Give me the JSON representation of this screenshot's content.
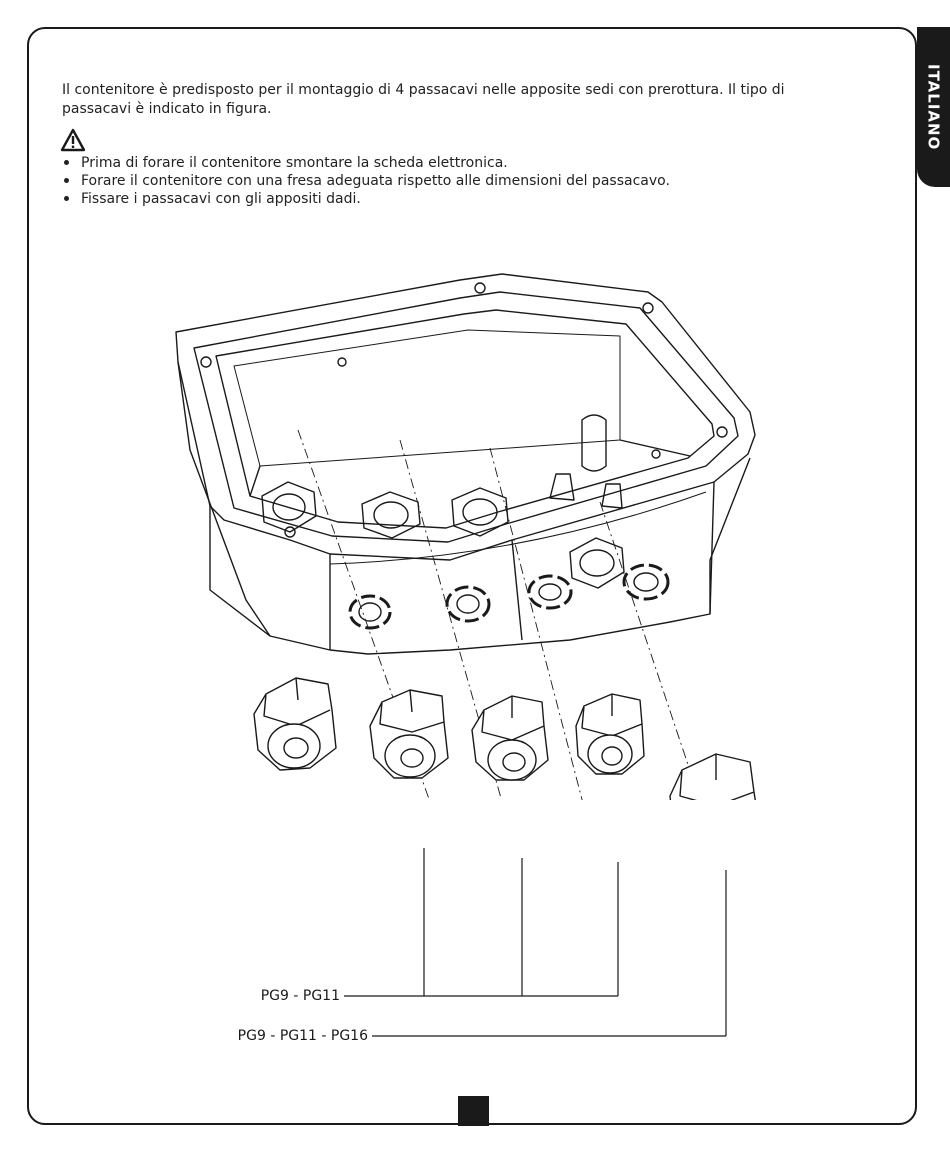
{
  "side_tab": {
    "label": "ITALIANO"
  },
  "intro": {
    "text": "Il contenitore è predisposto per il montaggio di 4 passacavi nelle apposite sedi con prerottura. Il tipo di passacavi è indicato in figura."
  },
  "warning": {
    "icon": "warning-triangle-icon"
  },
  "instructions": [
    "Prima di forare il contenitore smontare la scheda elettronica.",
    "Forare il contenitore con una fresa adeguata rispetto alle dimensioni del passacavo.",
    "Fissare i passacavi con gli appositi dadi."
  ],
  "figure": {
    "label_small": "PG9 - PG11",
    "label_large": "PG9 - PG11 - PG16"
  }
}
